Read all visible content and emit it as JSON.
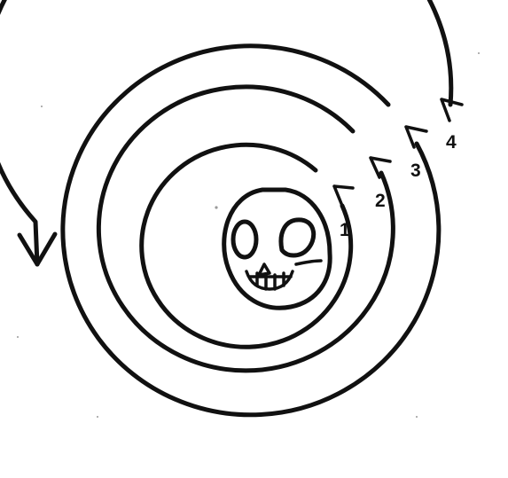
{
  "diagram": {
    "ink_color": "#111111",
    "background": "#ffffff",
    "circle_labels": [
      "1",
      "2",
      "3",
      "4"
    ],
    "center_icon": "skull-icon"
  }
}
